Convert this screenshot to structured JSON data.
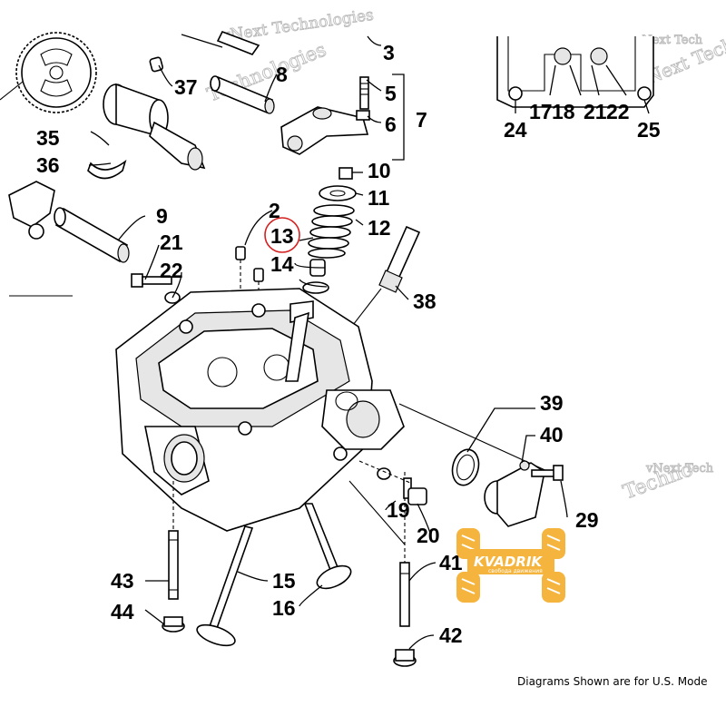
{
  "callouts": [
    {
      "id": "c2",
      "label": "2"
    },
    {
      "id": "c3",
      "label": "3"
    },
    {
      "id": "c5",
      "label": "5"
    },
    {
      "id": "c6",
      "label": "6"
    },
    {
      "id": "c7",
      "label": "7"
    },
    {
      "id": "c8",
      "label": "8"
    },
    {
      "id": "c9",
      "label": "9"
    },
    {
      "id": "c10",
      "label": "10"
    },
    {
      "id": "c11",
      "label": "11"
    },
    {
      "id": "c12",
      "label": "12"
    },
    {
      "id": "c13",
      "label": "13"
    },
    {
      "id": "c14",
      "label": "14"
    },
    {
      "id": "c15",
      "label": "15"
    },
    {
      "id": "c16",
      "label": "16"
    },
    {
      "id": "c17",
      "label": "17"
    },
    {
      "id": "c18",
      "label": "18"
    },
    {
      "id": "c19",
      "label": "19"
    },
    {
      "id": "c20",
      "label": "20"
    },
    {
      "id": "c21a",
      "label": "21"
    },
    {
      "id": "c22a",
      "label": "22"
    },
    {
      "id": "c21b",
      "label": "21"
    },
    {
      "id": "c22b",
      "label": "22"
    },
    {
      "id": "c24",
      "label": "24"
    },
    {
      "id": "c25",
      "label": "25"
    },
    {
      "id": "c29",
      "label": "29"
    },
    {
      "id": "c35",
      "label": "35"
    },
    {
      "id": "c36",
      "label": "36"
    },
    {
      "id": "c37",
      "label": "37"
    },
    {
      "id": "c38",
      "label": "38"
    },
    {
      "id": "c39",
      "label": "39"
    },
    {
      "id": "c40",
      "label": "40"
    },
    {
      "id": "c41",
      "label": "41"
    },
    {
      "id": "c42",
      "label": "42"
    },
    {
      "id": "c43",
      "label": "43"
    },
    {
      "id": "c44",
      "label": "44"
    }
  ],
  "highlighted_callout": "13",
  "highlight_color": "#d42020",
  "watermarks": [
    "vNext Technologies",
    "Technologies",
    "vNext Tech",
    "Techno",
    "vNext Techno"
  ],
  "logo": {
    "name": "KVADRIK",
    "tagline": "свобода движения",
    "color": "#f4a81c"
  },
  "footer_note": "Diagrams Shown are for U.S. Mode"
}
